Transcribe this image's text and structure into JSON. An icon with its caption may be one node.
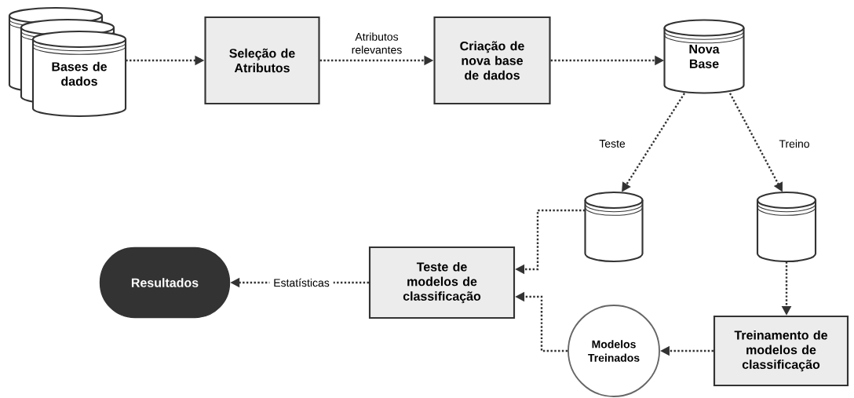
{
  "diagram": {
    "nodes": [
      {
        "text": [
          "Bases de dados"
        ]
      },
      {
        "text": [
          "Seleção de Atributos"
        ]
      },
      {
        "text": [
          "Criação de nova base de dados"
        ]
      },
      {
        "text": [
          "Nova Base"
        ]
      },
      {
        "text": [],
        "shape": "cylinder"
      },
      {
        "text": [],
        "shape": "cylinder"
      },
      {
        "text": [
          "Resultados"
        ]
      },
      {
        "text": [
          "Teste de modelos de classificação"
        ]
      },
      {
        "text": [
          "Modelos Treinados"
        ]
      },
      {
        "text": [
          "Treinamento de modelos de classificação"
        ]
      }
    ],
    "edges": [
      {
        "from": 0,
        "to": 1,
        "arrow": "to"
      },
      {
        "from": 1,
        "to": 2,
        "arrow": "to",
        "label": "Atributos relevantes"
      },
      {
        "from": 2,
        "to": 3,
        "arrow": "to"
      },
      {
        "from": 3,
        "to": 4,
        "arrow": "to",
        "label": "Teste"
      },
      {
        "from": 3,
        "to": 5,
        "arrow": "to",
        "label": "Treino"
      },
      {
        "from": 4,
        "to": 7,
        "arrow": "to"
      },
      {
        "from": 5,
        "to": 9,
        "arrow": "to"
      },
      {
        "from": 9,
        "to": 8,
        "arrow": "to"
      },
      {
        "from": 8,
        "to": 7,
        "arrow": "to"
      },
      {
        "from": 7,
        "to": 6,
        "arrow": "to",
        "label": "Estatísticas"
      }
    ]
  }
}
